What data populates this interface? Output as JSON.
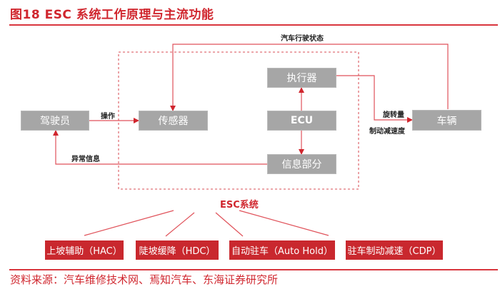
{
  "figure": {
    "title": "图18  ESC 系统工作原理与主流功能",
    "source": "资料来源：汽车维修技术网、焉知汽车、东海证券研究所"
  },
  "colors": {
    "accent": "#d0262e",
    "node_fill": "#a6a6a6",
    "function_fill": "#c9282e",
    "connector": "#e0525a"
  },
  "nodes": {
    "driver": "驾驶员",
    "sensor": "传感器",
    "actuator": "执行器",
    "ecu": "ECU",
    "info": "信息部分",
    "vehicle": "车辆"
  },
  "edge_labels": {
    "operation": "操作",
    "vehicle_state": "汽车行驶状态",
    "abnormal_info": "异常信息",
    "yaw": "旋转量",
    "braking": "制动减速度"
  },
  "system_label": "ESC系统",
  "functions": [
    "上坡辅助（HAC）",
    "陡坡缓降（HDC）",
    "自动驻车（Auto Hold）",
    "驻车制动减速（CDP）"
  ]
}
